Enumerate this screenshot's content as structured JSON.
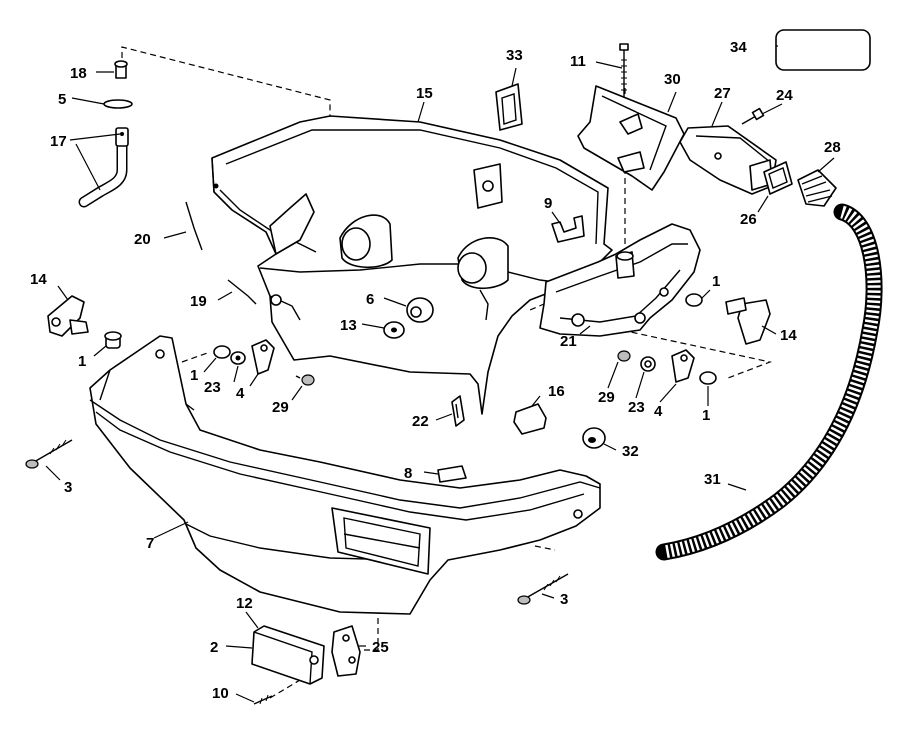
{
  "callouts": {
    "c1a": "1",
    "c1b": "1",
    "c1c": "1",
    "c1d": "1",
    "c2": "2",
    "c3a": "3",
    "c3b": "3",
    "c4a": "4",
    "c4b": "4",
    "c5": "5",
    "c6": "6",
    "c7": "7",
    "c8": "8",
    "c9": "9",
    "c10": "10",
    "c11": "11",
    "c12": "12",
    "c13": "13",
    "c14a": "14",
    "c14b": "14",
    "c15": "15",
    "c16": "16",
    "c17": "17",
    "c18": "18",
    "c19": "19",
    "c20": "20",
    "c21": "21",
    "c22": "22",
    "c23a": "23",
    "c23b": "23",
    "c24": "24",
    "c25": "25",
    "c26": "26",
    "c27": "27",
    "c28": "28",
    "c29a": "29",
    "c29b": "29",
    "c30": "30",
    "c31": "31",
    "c32": "32",
    "c33": "33",
    "c34": "34"
  }
}
